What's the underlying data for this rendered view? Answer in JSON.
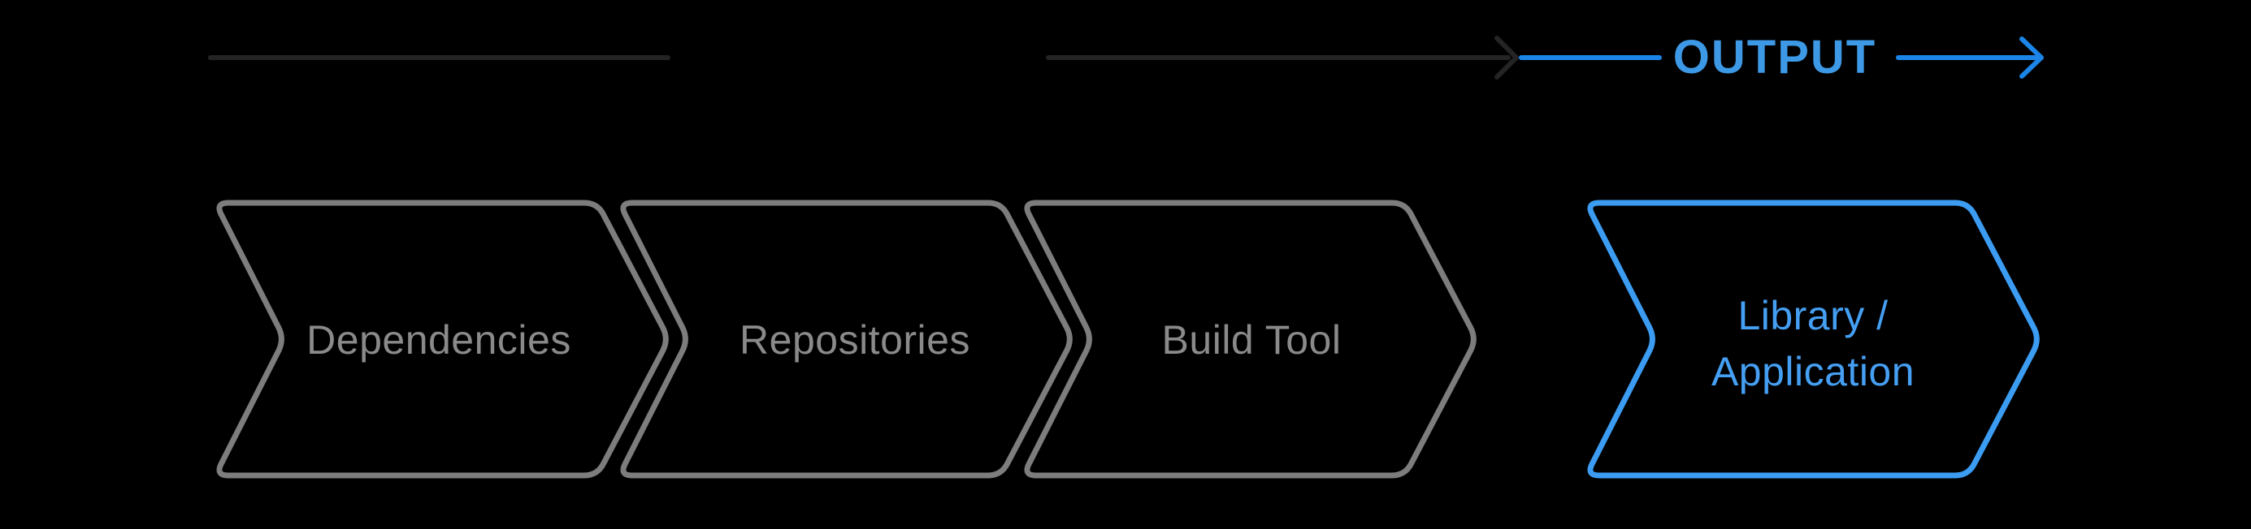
{
  "title_row": {
    "output_label": "OUTPUT"
  },
  "colors": {
    "background": "#000000",
    "dark_line": "#242424",
    "shape_gray": "#7d7d7d",
    "text_gray": "#8a8a8a",
    "accent_blue": "#3b9cf2",
    "blue_text": "#459ff3",
    "line_blue": "#1b86e8",
    "output_text_blue": "#3d99e6"
  },
  "stages": [
    {
      "label": "Dependencies",
      "highlighted": false
    },
    {
      "label": "Repositories",
      "highlighted": false
    },
    {
      "label": "Build Tool",
      "highlighted": false
    },
    {
      "label": "Library / Application",
      "label_line1": "Library /",
      "label_line2": "Application",
      "highlighted": true
    }
  ]
}
